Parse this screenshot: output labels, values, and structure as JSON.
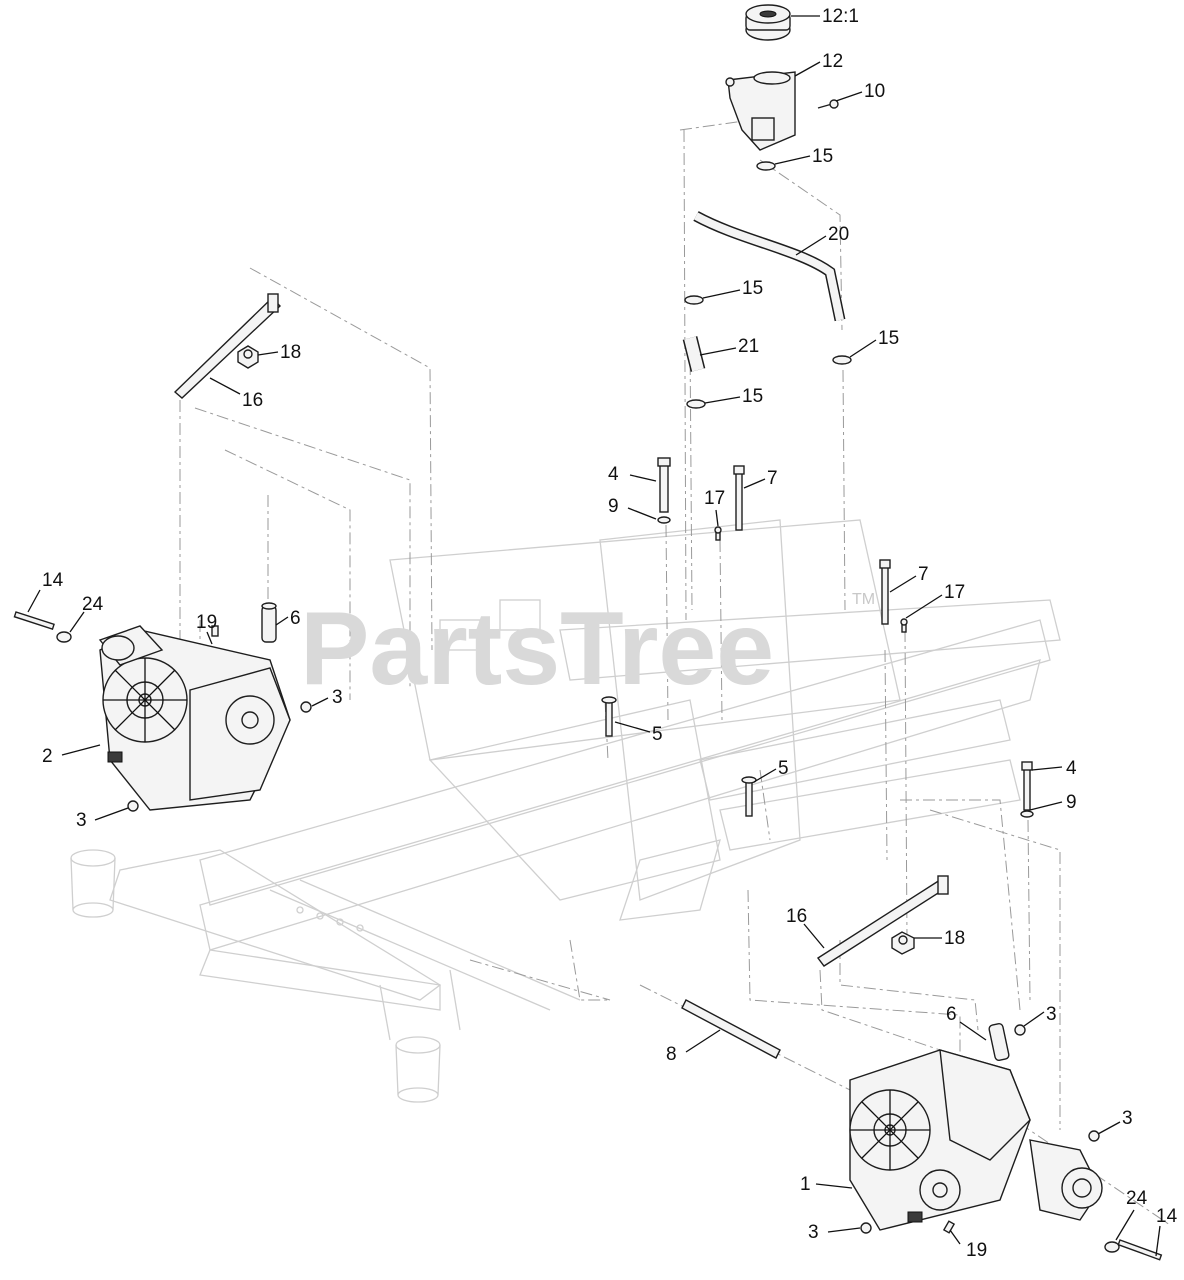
{
  "watermark": {
    "text": "PartsTree",
    "trademark": "TM"
  },
  "callouts": [
    {
      "label": "12:1"
    },
    {
      "label": "12"
    },
    {
      "label": "10"
    },
    {
      "label": "15"
    },
    {
      "label": "20"
    },
    {
      "label": "15"
    },
    {
      "label": "21"
    },
    {
      "label": "15"
    },
    {
      "label": "15"
    },
    {
      "label": "18"
    },
    {
      "label": "16"
    },
    {
      "label": "4"
    },
    {
      "label": "9"
    },
    {
      "label": "17"
    },
    {
      "label": "7"
    },
    {
      "label": "7"
    },
    {
      "label": "17"
    },
    {
      "label": "14"
    },
    {
      "label": "24"
    },
    {
      "label": "19"
    },
    {
      "label": "6"
    },
    {
      "label": "3"
    },
    {
      "label": "2"
    },
    {
      "label": "3"
    },
    {
      "label": "5"
    },
    {
      "label": "5"
    },
    {
      "label": "4"
    },
    {
      "label": "9"
    },
    {
      "label": "16"
    },
    {
      "label": "18"
    },
    {
      "label": "6"
    },
    {
      "label": "8"
    },
    {
      "label": "3"
    },
    {
      "label": "3"
    },
    {
      "label": "1"
    },
    {
      "label": "3"
    },
    {
      "label": "19"
    },
    {
      "label": "24"
    },
    {
      "label": "14"
    }
  ]
}
